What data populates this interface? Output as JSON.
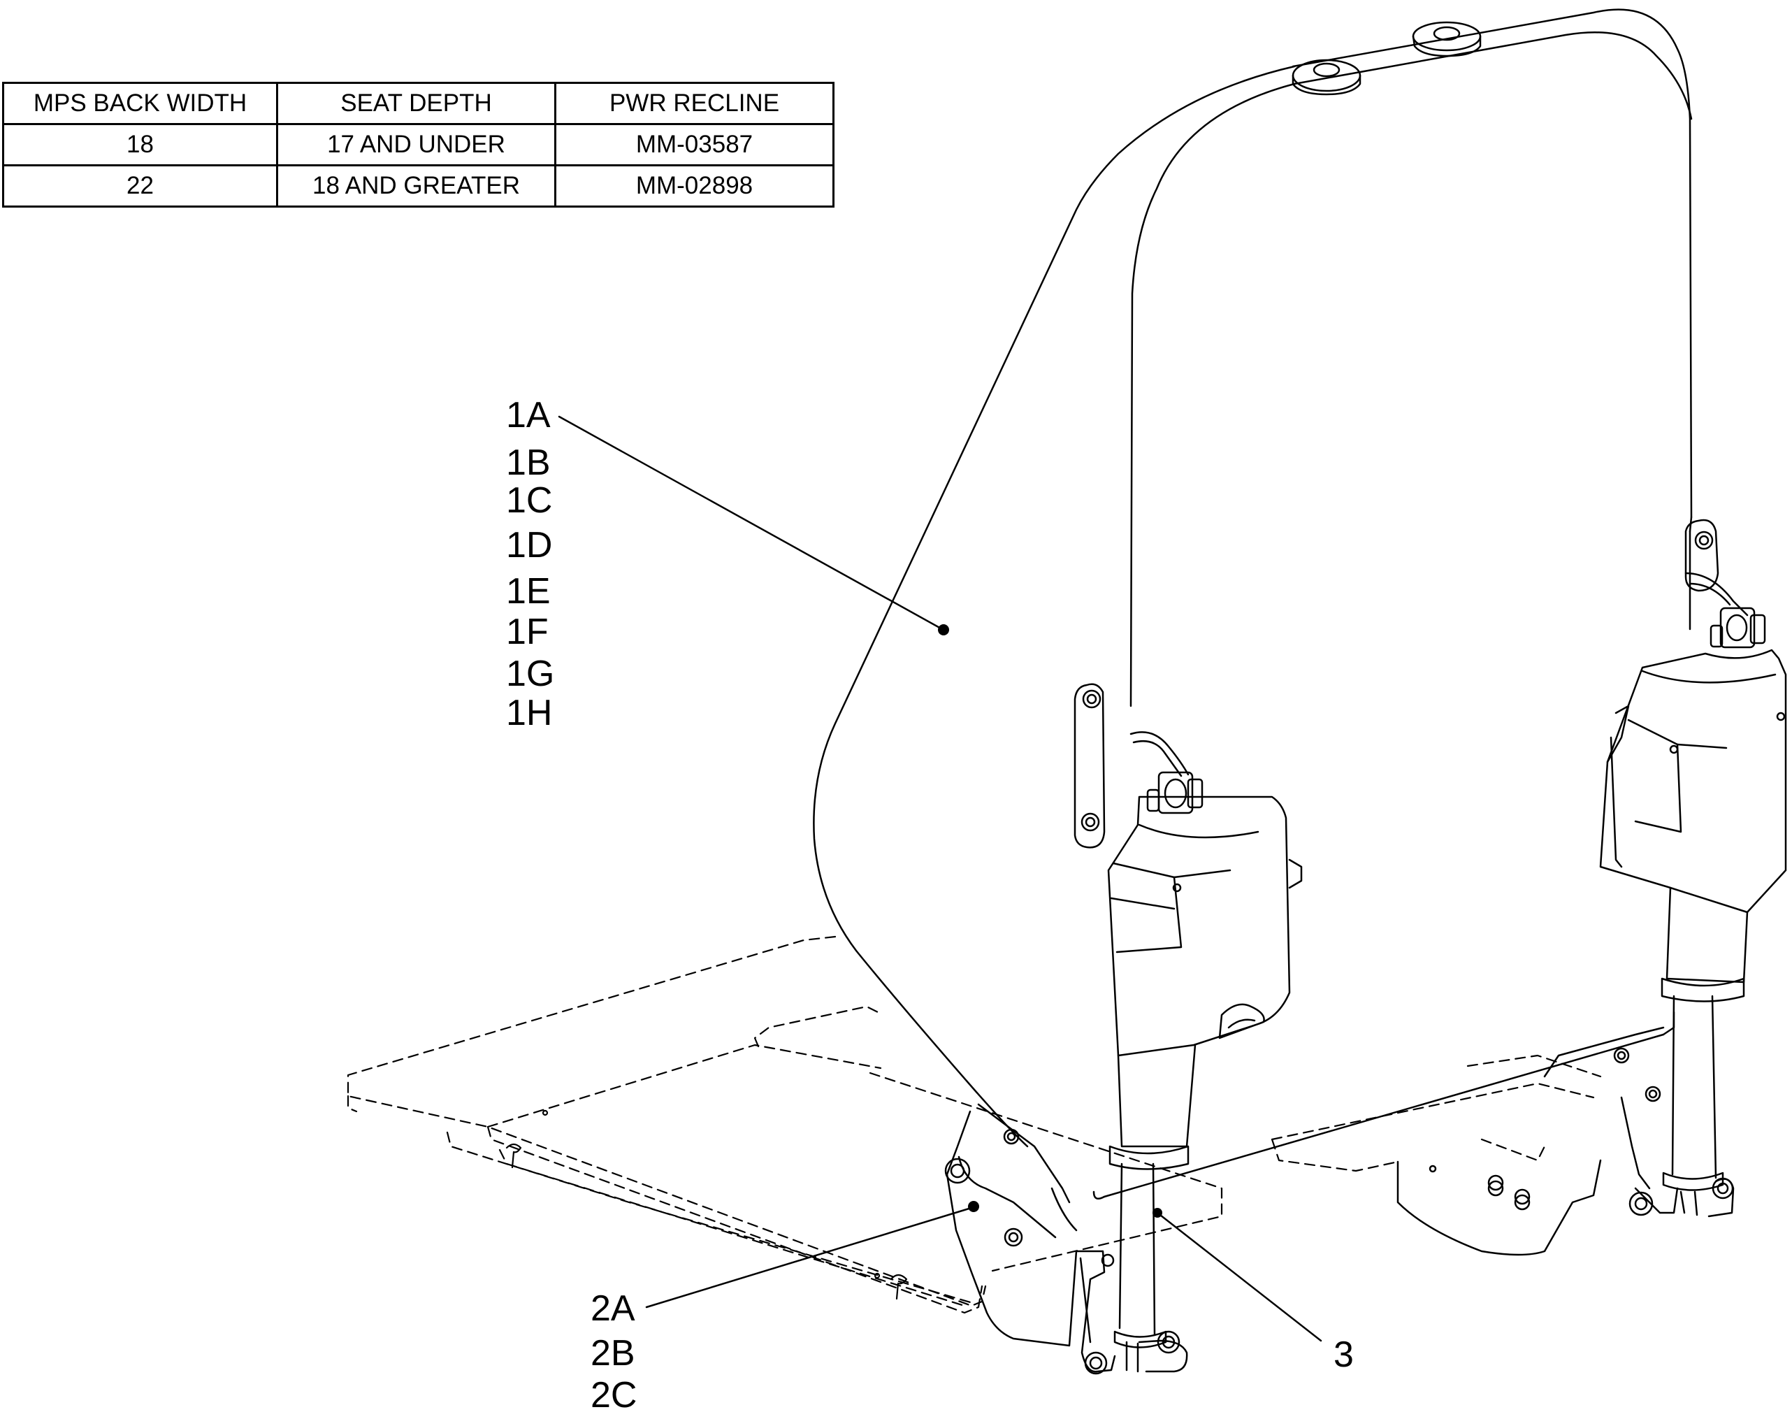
{
  "table": {
    "headers": [
      "MPS BACK WIDTH",
      "SEAT DEPTH",
      "PWR RECLINE"
    ],
    "rows": [
      [
        "18",
        "17 AND UNDER",
        "MM-03587"
      ],
      [
        "22",
        "18 AND GREATER",
        "MM-02898"
      ]
    ]
  },
  "callouts": {
    "group1": [
      "1A",
      "1B",
      "1C",
      "1D",
      "1E",
      "1F",
      "1G",
      "1H"
    ],
    "group2": [
      "2A",
      "2B",
      "2C"
    ],
    "group3": [
      "3"
    ]
  },
  "colors": {
    "line": "#000000",
    "background": "#ffffff"
  }
}
